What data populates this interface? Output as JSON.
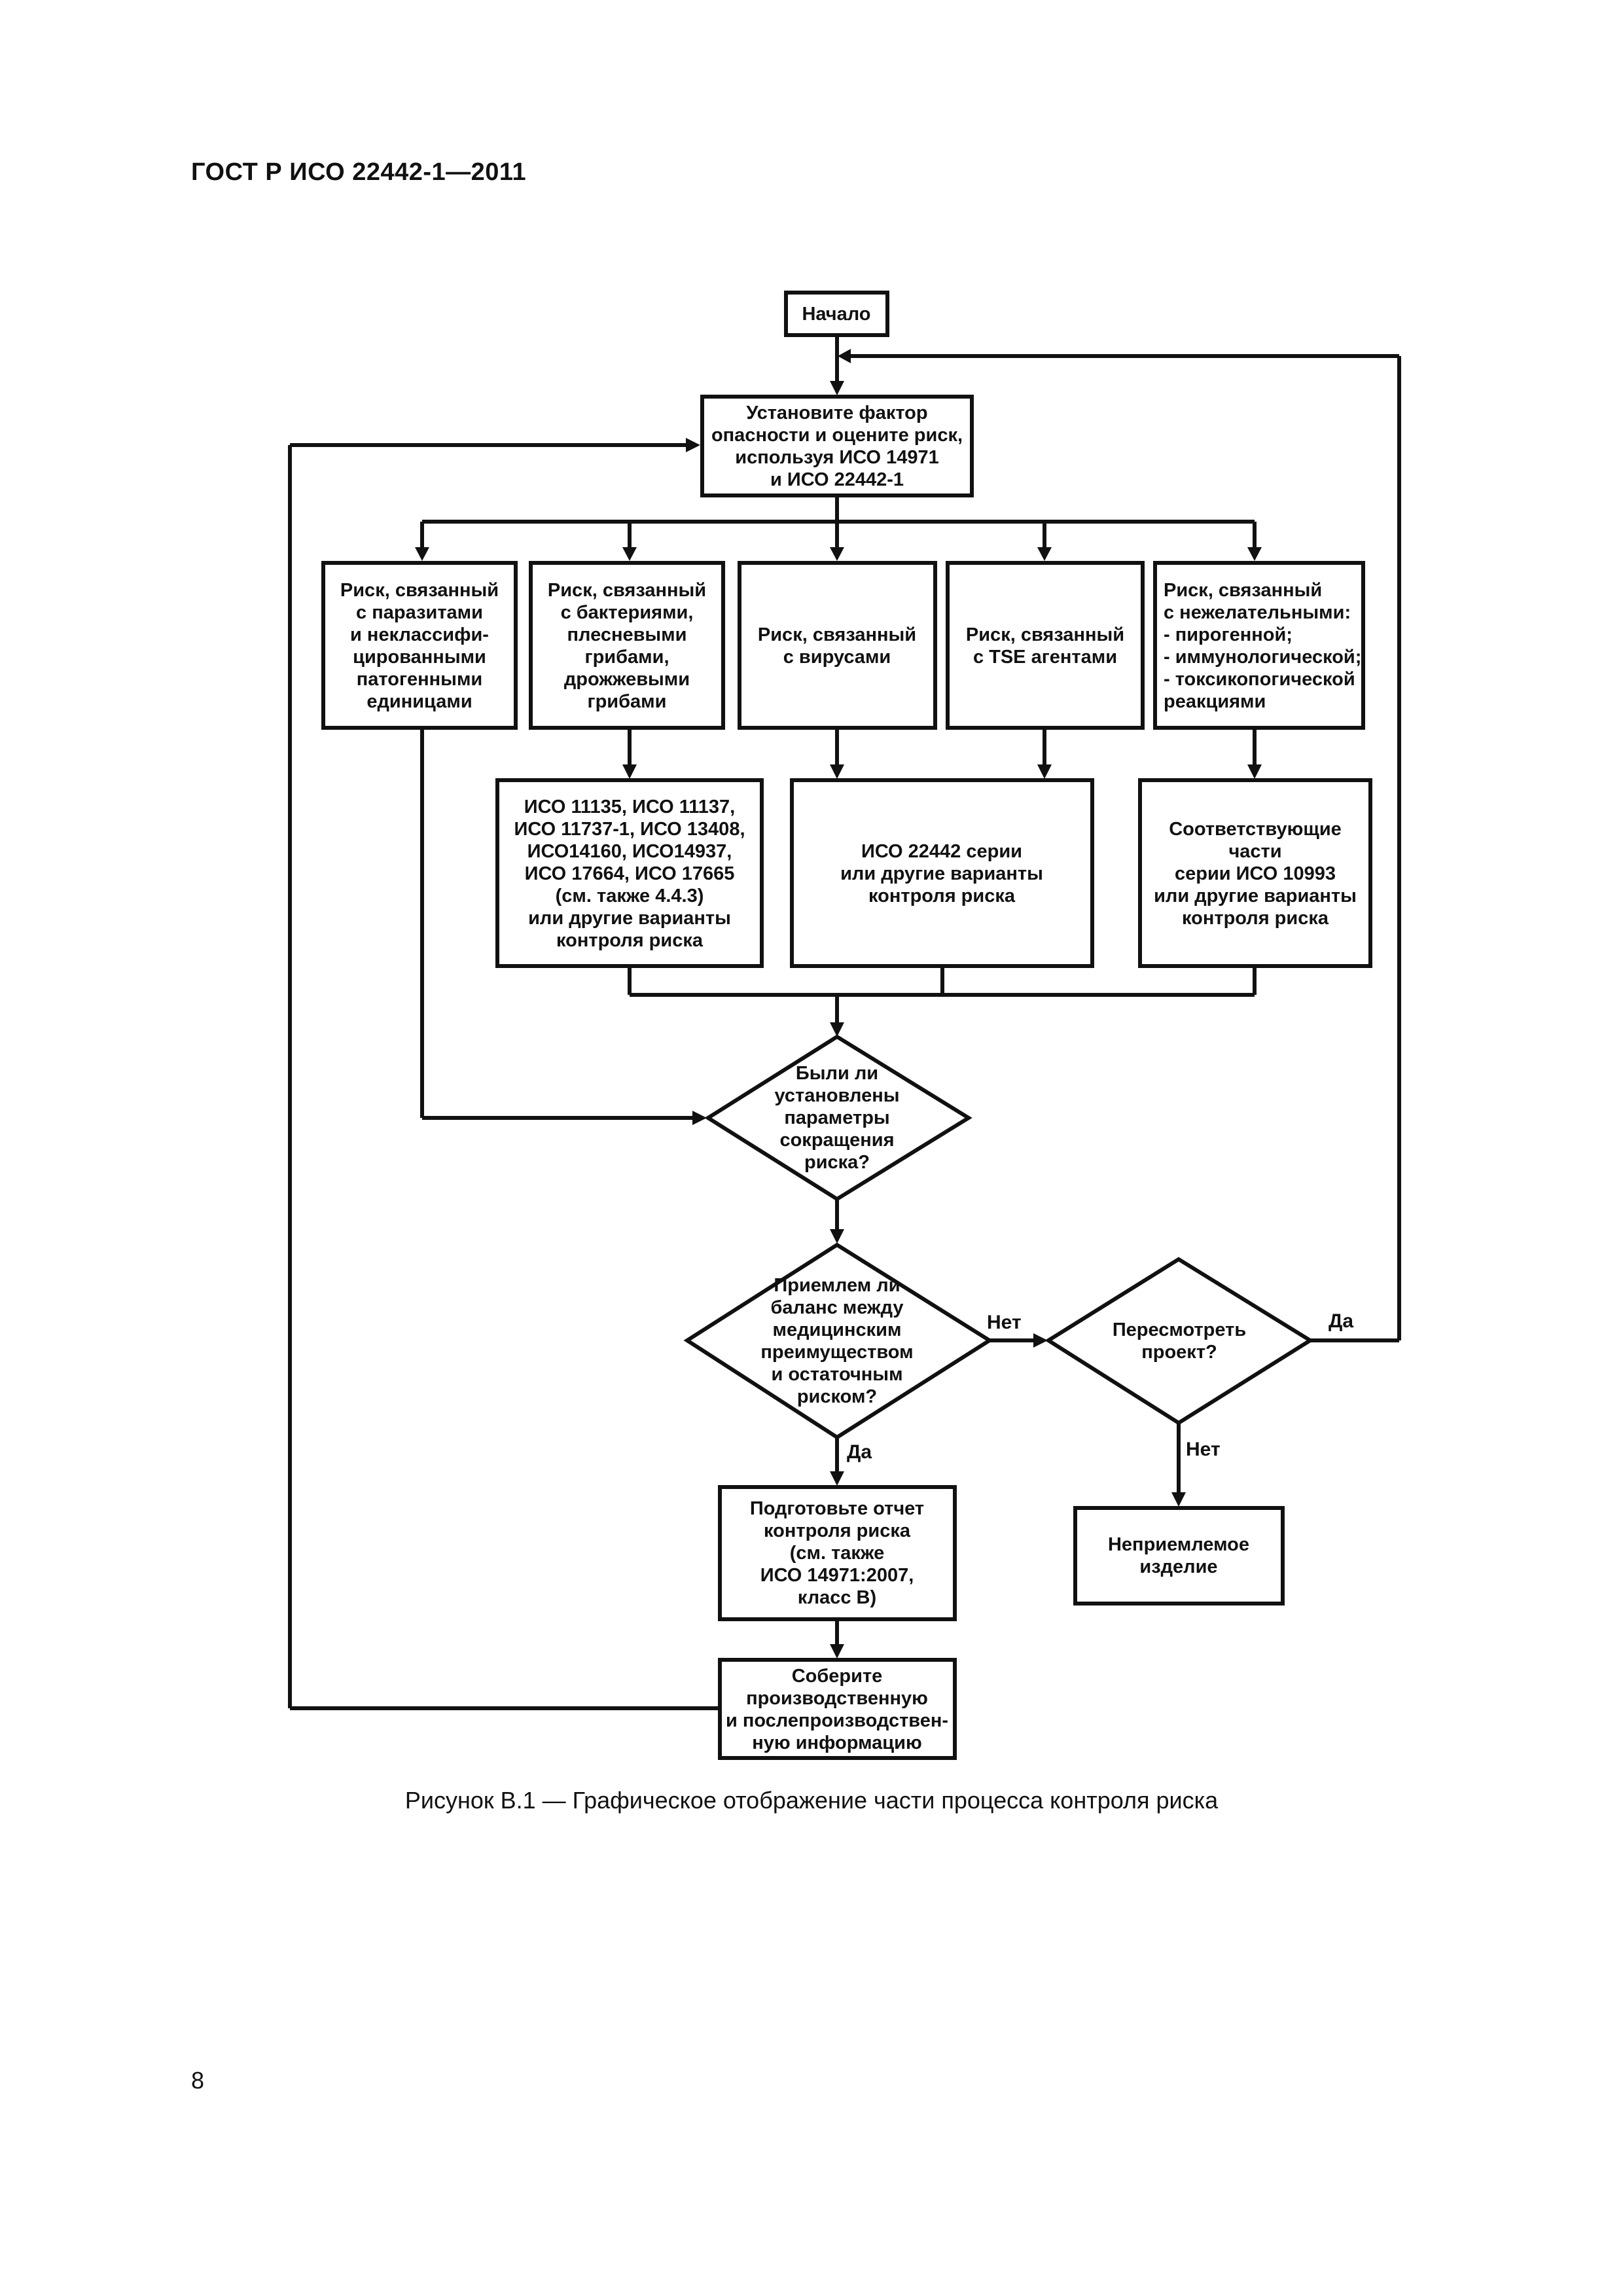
{
  "document": {
    "header": "ГОСТ Р ИСО 22442-1—2011",
    "caption": "Рисунок В.1 — Графическое отображение части процесса контроля риска",
    "page_number": "8"
  },
  "flowchart": {
    "start": [
      "Начало"
    ],
    "establish": [
      "Установите фактор",
      "опасности и оцените риск,",
      "используя ИСО 14971",
      "и ИСО 22442-1"
    ],
    "risk_parasites": [
      "Риск, связанный",
      "с паразитами",
      "и неклассифи-",
      "цированными",
      "патогенными",
      "единицами"
    ],
    "risk_bacteria": [
      "Риск, связанный",
      "с бактериями,",
      "плесневыми",
      "грибами,",
      "дрожжевыми",
      "грибами"
    ],
    "risk_viruses": [
      "Риск, связанный",
      "с вирусами"
    ],
    "risk_tse": [
      "Риск, связанный",
      "с TSE агентами"
    ],
    "risk_undesirable": [
      "Риск, связанный",
      "с нежелательными:",
      "- пирогенной;",
      "- иммунологической;",
      "- токсикопогической",
      "реакциями"
    ],
    "iso_list": [
      "ИСО 11135, ИСО 11137,",
      "ИСО 11737-1, ИСО 13408,",
      "ИСО14160, ИСО14937,",
      "ИСО 17664, ИСО 17665",
      "(см. также 4.4.3)",
      "или другие варианты",
      "контроля риска"
    ],
    "iso_22442": [
      "ИСО 22442 серии",
      "или другие варианты",
      "контроля риска"
    ],
    "iso_10993": [
      "Соответствующие",
      "части",
      "серии ИСО 10993",
      "или другие варианты",
      "контроля риска"
    ],
    "decision_params": [
      "Были ли",
      "установлены",
      "параметры",
      "сокращения",
      "риска?"
    ],
    "decision_balance": [
      "Приемлем ли",
      "баланс между",
      "медицинским",
      "преимуществом",
      "и остаточным",
      "риском?"
    ],
    "decision_redesign": [
      "Пересмотреть",
      "проект?"
    ],
    "report": [
      "Подготовьте отчет",
      "контроля риска",
      "(см. также",
      "ИСО 14971:2007,",
      "класс В)"
    ],
    "unacceptable": [
      "Неприемлемое",
      "изделие"
    ],
    "collect": [
      "Соберите",
      "производственную",
      "и послепроизводствен-",
      "ную информацию"
    ],
    "labels": {
      "balance_no": "Нет",
      "balance_yes": "Да",
      "redesign_yes": "Да",
      "redesign_no": "Нет"
    }
  }
}
